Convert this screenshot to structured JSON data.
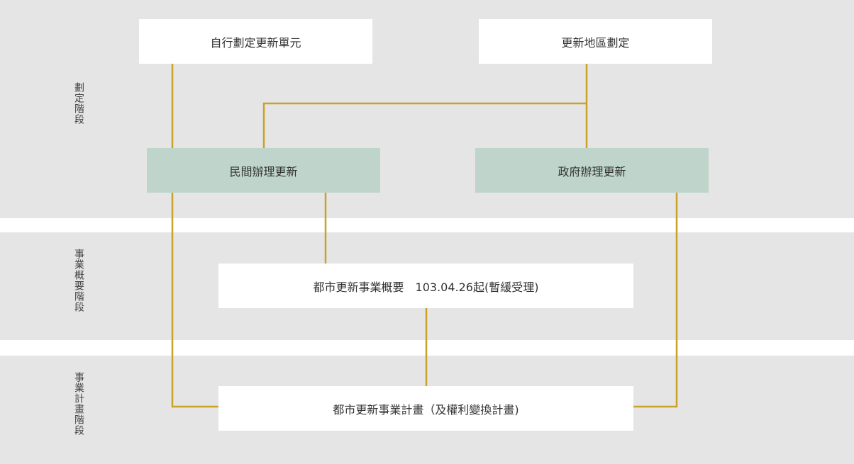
{
  "colors": {
    "band": "#e5e5e5",
    "connector": "#c9a227",
    "box_white": "#ffffff",
    "box_green": "#bfd5cb",
    "text": "#333333"
  },
  "stages": {
    "designation": "劃定階段",
    "overview": "事業概要階段",
    "plan": "事業計畫階段"
  },
  "boxes": {
    "self_unit": "自行劃定更新單元",
    "area_designation": "更新地區劃定",
    "private_renewal": "民間辦理更新",
    "government_renewal": "政府辦理更新",
    "overview": "都市更新事業概要　103.04.26起(暫緩受理)",
    "business_plan": "都市更新事業計畫（及權利變換計畫)"
  }
}
